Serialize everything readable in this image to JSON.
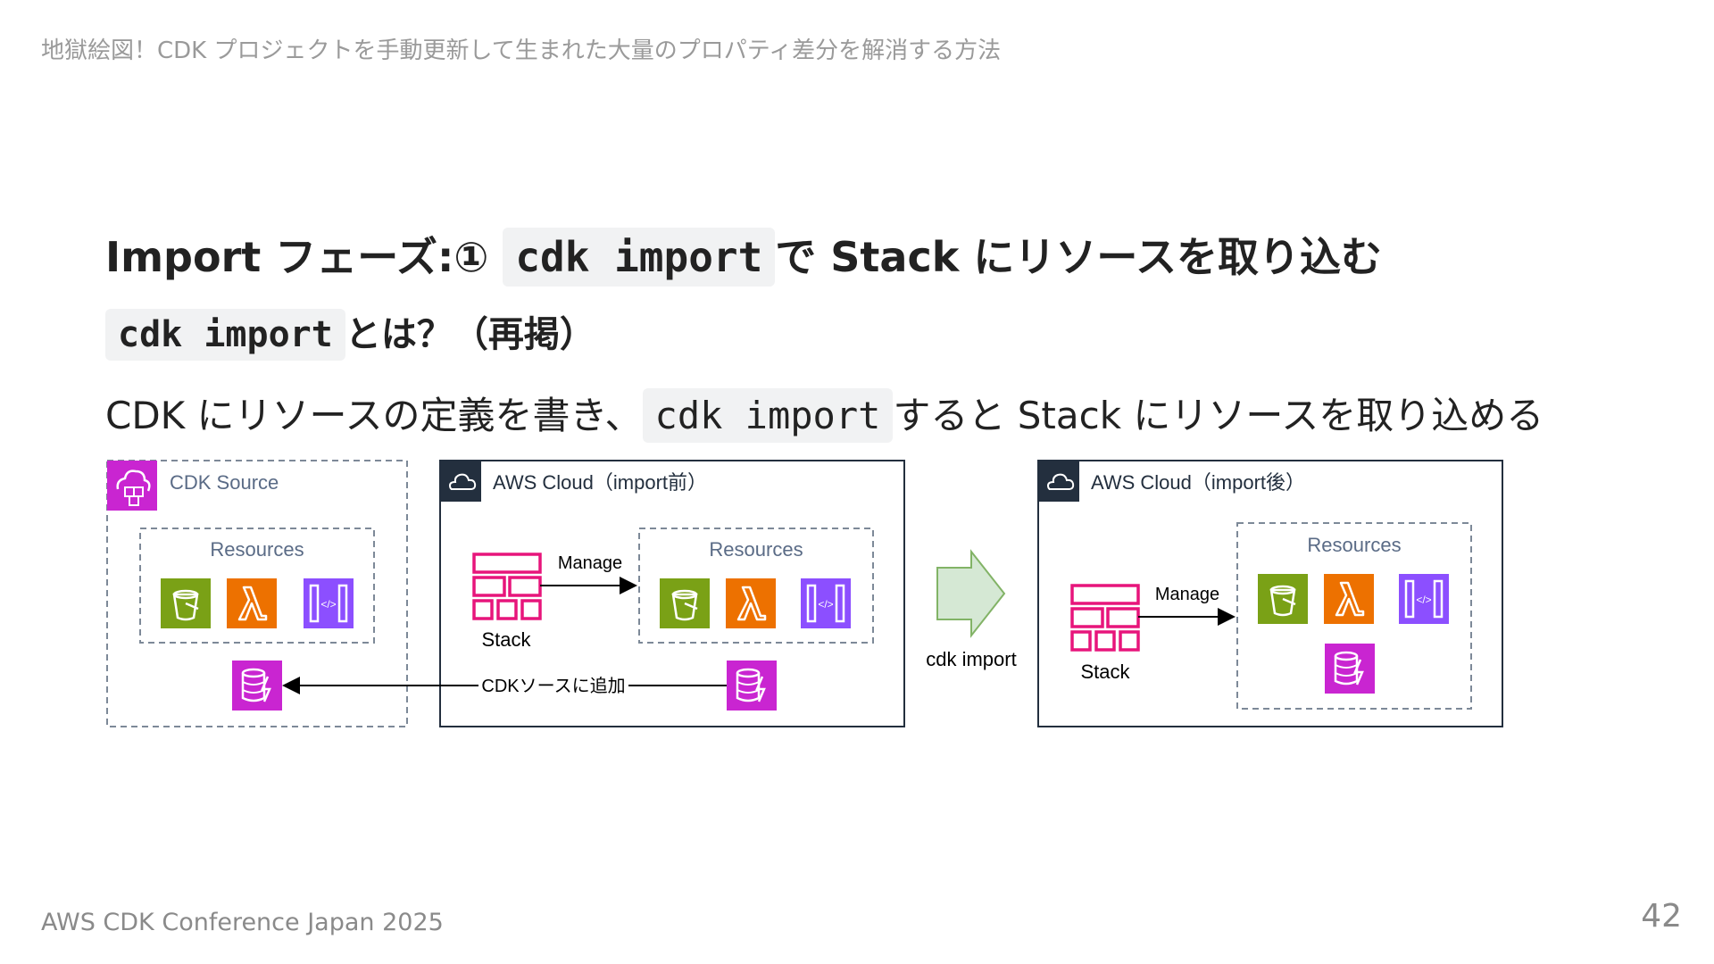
{
  "header": {
    "title": "地獄絵図！CDK プロジェクトを手動更新して生まれた大量のプロパティ差分を解消する方法"
  },
  "heading": {
    "prefix": "Import フェーズ:① ",
    "code": "cdk import",
    "suffix": "で Stack にリソースを取り込む"
  },
  "subheading": {
    "code": "cdk import",
    "suffix": "とは？（再掲）"
  },
  "paragraph": {
    "prefix": "CDK にリソースの定義を書き、",
    "code": "cdk import",
    "suffix": "すると Stack にリソースを取り込める"
  },
  "diagram": {
    "cdk_source": {
      "label": "CDK Source",
      "resources_label": "Resources"
    },
    "cloud_before": {
      "label": "AWS Cloud（import前）",
      "stack_label": "Stack",
      "manage_label": "Manage",
      "resources_label": "Resources",
      "add_label": "CDKソースに追加"
    },
    "arrow_label": "cdk import",
    "cloud_after": {
      "label": "AWS Cloud（import後）",
      "stack_label": "Stack",
      "manage_label": "Manage",
      "resources_label": "Resources"
    },
    "icons": [
      "s3-bucket-icon",
      "lambda-icon",
      "api-gateway-icon",
      "dynamodb-icon",
      "cloudformation-stack-icon",
      "cloud-icon",
      "cdk-icon"
    ],
    "colors": {
      "s3": "#7aa116",
      "lambda": "#ed7100",
      "apigw": "#8c4fff",
      "dynamodb": "#c925d1",
      "stack": "#e7157b",
      "cloud_header": "#232f3e",
      "arrow_fill": "#d5e8d4",
      "arrow_stroke": "#82b366"
    }
  },
  "footer": {
    "event": "AWS CDK Conference Japan 2025",
    "page_number": "42"
  }
}
